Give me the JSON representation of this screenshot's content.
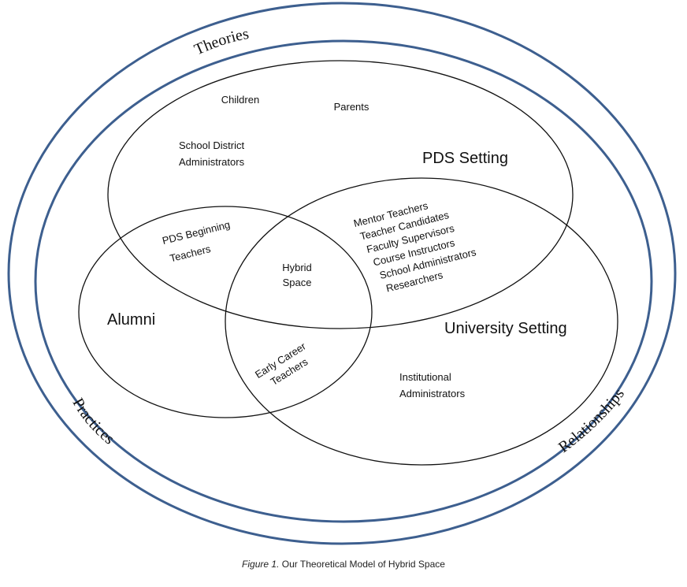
{
  "colors": {
    "outer_ring": "#3d5f8f",
    "inner_lines": "#111111",
    "text": "#111111"
  },
  "rings": {
    "theories": "Theories",
    "practices": "Practices",
    "relationships": "Relationships"
  },
  "pds_setting": {
    "title": "PDS Setting",
    "children": "Children",
    "parents": "Parents",
    "district_line1": "School District",
    "district_line2": "Administrators"
  },
  "overlaps": {
    "pds_alumni_line1": "PDS Beginning",
    "pds_alumni_line2": "Teachers",
    "hybrid_line1": "Hybrid",
    "hybrid_line2": "Space",
    "early_line1": "Early Career",
    "early_line2": "Teachers",
    "roles": [
      "Mentor Teachers",
      "Teacher Candidates",
      "Faculty Supervisors",
      "Course Instructors",
      "School Administrators",
      "Researchers"
    ]
  },
  "alumni": {
    "title": "Alumni"
  },
  "university_setting": {
    "title": "University Setting",
    "inst_line1": "Institutional",
    "inst_line2": "Administrators"
  },
  "caption": {
    "label": "Figure 1.",
    "text": " Our Theoretical Model of Hybrid Space"
  }
}
